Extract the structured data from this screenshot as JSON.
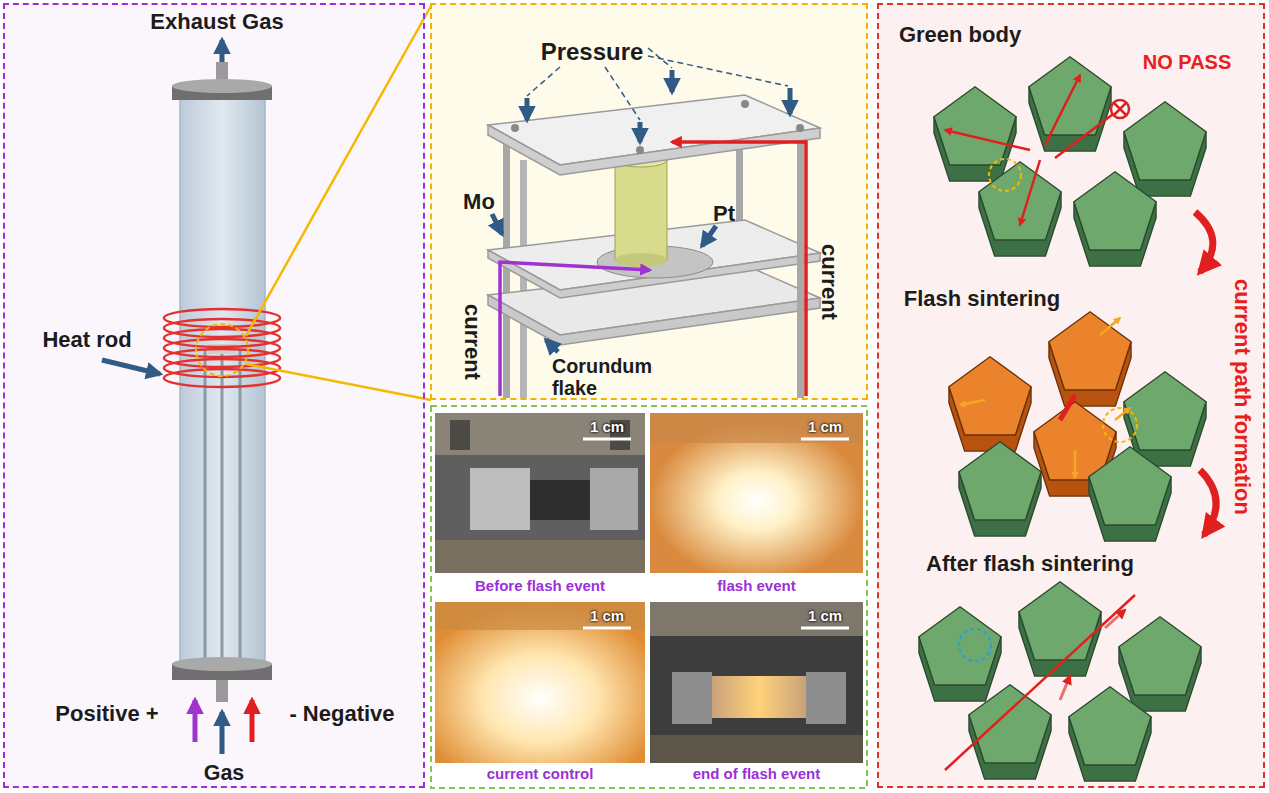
{
  "diagram": {
    "nodes": [
      {
        "text": [
          "Exhaust Gas",
          "Heat rod",
          "Positive +",
          "- Negative",
          "Gas"
        ]
      },
      {
        "text": [
          "Pressure",
          "Mo",
          "Pt",
          "current",
          "current",
          "Corundum flake"
        ]
      },
      {
        "text": [
          "1 cm",
          "Before flash event"
        ]
      },
      {
        "text": [
          "1 cm",
          "flash event"
        ]
      },
      {
        "text": [
          "1 cm",
          "current control"
        ]
      },
      {
        "text": [
          "1 cm",
          "end of flash event"
        ]
      },
      {
        "text": [
          "Green body",
          "NO PASS",
          "Flash sintering",
          "After flash sintering",
          "current path formation"
        ]
      }
    ]
  }
}
